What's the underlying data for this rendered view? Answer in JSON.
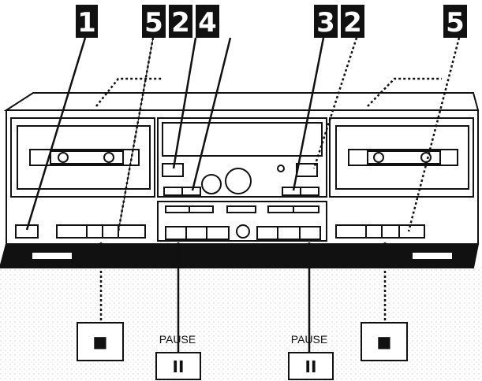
{
  "callouts": [
    {
      "id": "c1",
      "label": "1"
    },
    {
      "id": "c5a",
      "label": "5"
    },
    {
      "id": "c2a",
      "label": "2"
    },
    {
      "id": "c4",
      "label": "4"
    },
    {
      "id": "c3",
      "label": "3"
    },
    {
      "id": "c2b",
      "label": "2"
    },
    {
      "id": "c5b",
      "label": "5"
    }
  ],
  "buttons": {
    "stop_left_glyph": "■",
    "pause_left_label": "PAUSE",
    "pause_left_glyph": "II",
    "pause_right_label": "PAUSE",
    "pause_right_glyph": "II",
    "stop_right_glyph": "■"
  },
  "colors": {
    "ink": "#111111",
    "badge": "#111111",
    "deck": "#ffffff"
  }
}
